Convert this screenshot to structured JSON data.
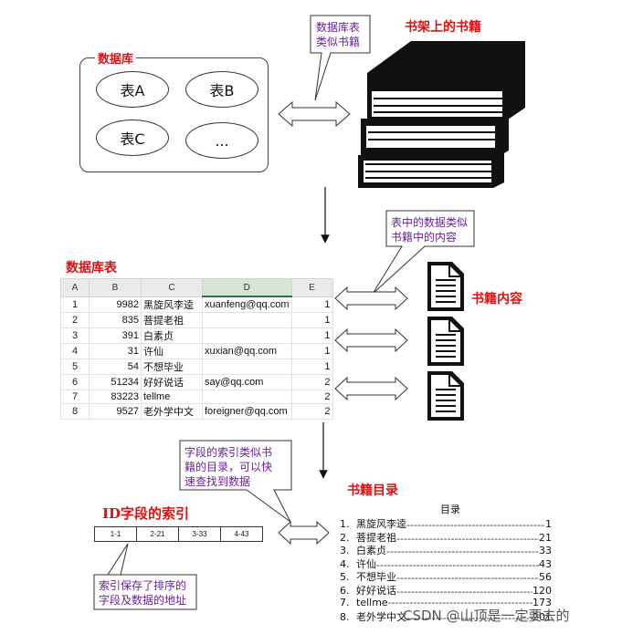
{
  "titles": {
    "database": "数据库",
    "books_on_shelf": "书架上的书籍",
    "db_table": "数据库表",
    "book_content": "书籍内容",
    "book_toc": "书籍目录",
    "id_index": "ID字段的索引"
  },
  "callouts": {
    "table_like_book": "数据库表\n类似书籍",
    "data_like_content": "表中的数据类似\n书籍中的内容",
    "index_like_toc": "字段的索引类似书\n籍的目录，可以快\n速查找到数据",
    "index_stores": "索引保存了排序的\n字段及数据的地址"
  },
  "database": {
    "tables": [
      "表A",
      "表B",
      "表C",
      "..."
    ]
  },
  "sheet": {
    "columns": [
      "A",
      "B",
      "C",
      "D",
      "E"
    ],
    "rows": [
      [
        "1",
        "9982",
        "黑旋风李逵",
        "xuanfeng@qq.com",
        "1"
      ],
      [
        "2",
        "835",
        "菩提老祖",
        "",
        "1"
      ],
      [
        "3",
        "391",
        "白素贞",
        "",
        "1"
      ],
      [
        "4",
        "31",
        "许仙",
        "xuxian@qq.com",
        "1"
      ],
      [
        "5",
        "54",
        "不想毕业",
        "",
        "1"
      ],
      [
        "6",
        "51234",
        "好好说话",
        "say@qq.com",
        "2"
      ],
      [
        "7",
        "83223",
        "tellme",
        "",
        "2"
      ],
      [
        "8",
        "9527",
        "老外学中文",
        "foreigner@qq.com",
        "2"
      ]
    ]
  },
  "index": {
    "cells": [
      "1-1",
      "2-21",
      "3-33",
      "4-43"
    ]
  },
  "toc": {
    "title": "目录",
    "items": [
      {
        "num": "1.",
        "name": "黑旋风李逵",
        "page": "1"
      },
      {
        "num": "2.",
        "name": "菩提老祖",
        "page": "21"
      },
      {
        "num": "3.",
        "name": "白素贞",
        "page": "33"
      },
      {
        "num": "4.",
        "name": "许仙",
        "page": "43"
      },
      {
        "num": "5.",
        "name": "不想毕业",
        "page": "56"
      },
      {
        "num": "6.",
        "name": "好好说话",
        "page": "120"
      },
      {
        "num": "7.",
        "name": "tellme",
        "page": "173"
      },
      {
        "num": "8.",
        "name": "老外学中文",
        "page": "201"
      }
    ]
  },
  "watermark": "CSDN @山顶是一定要去的",
  "colors": {
    "title_red": "#e01010",
    "callout_text": "#6a1fa0",
    "excel_green": "#217346"
  }
}
